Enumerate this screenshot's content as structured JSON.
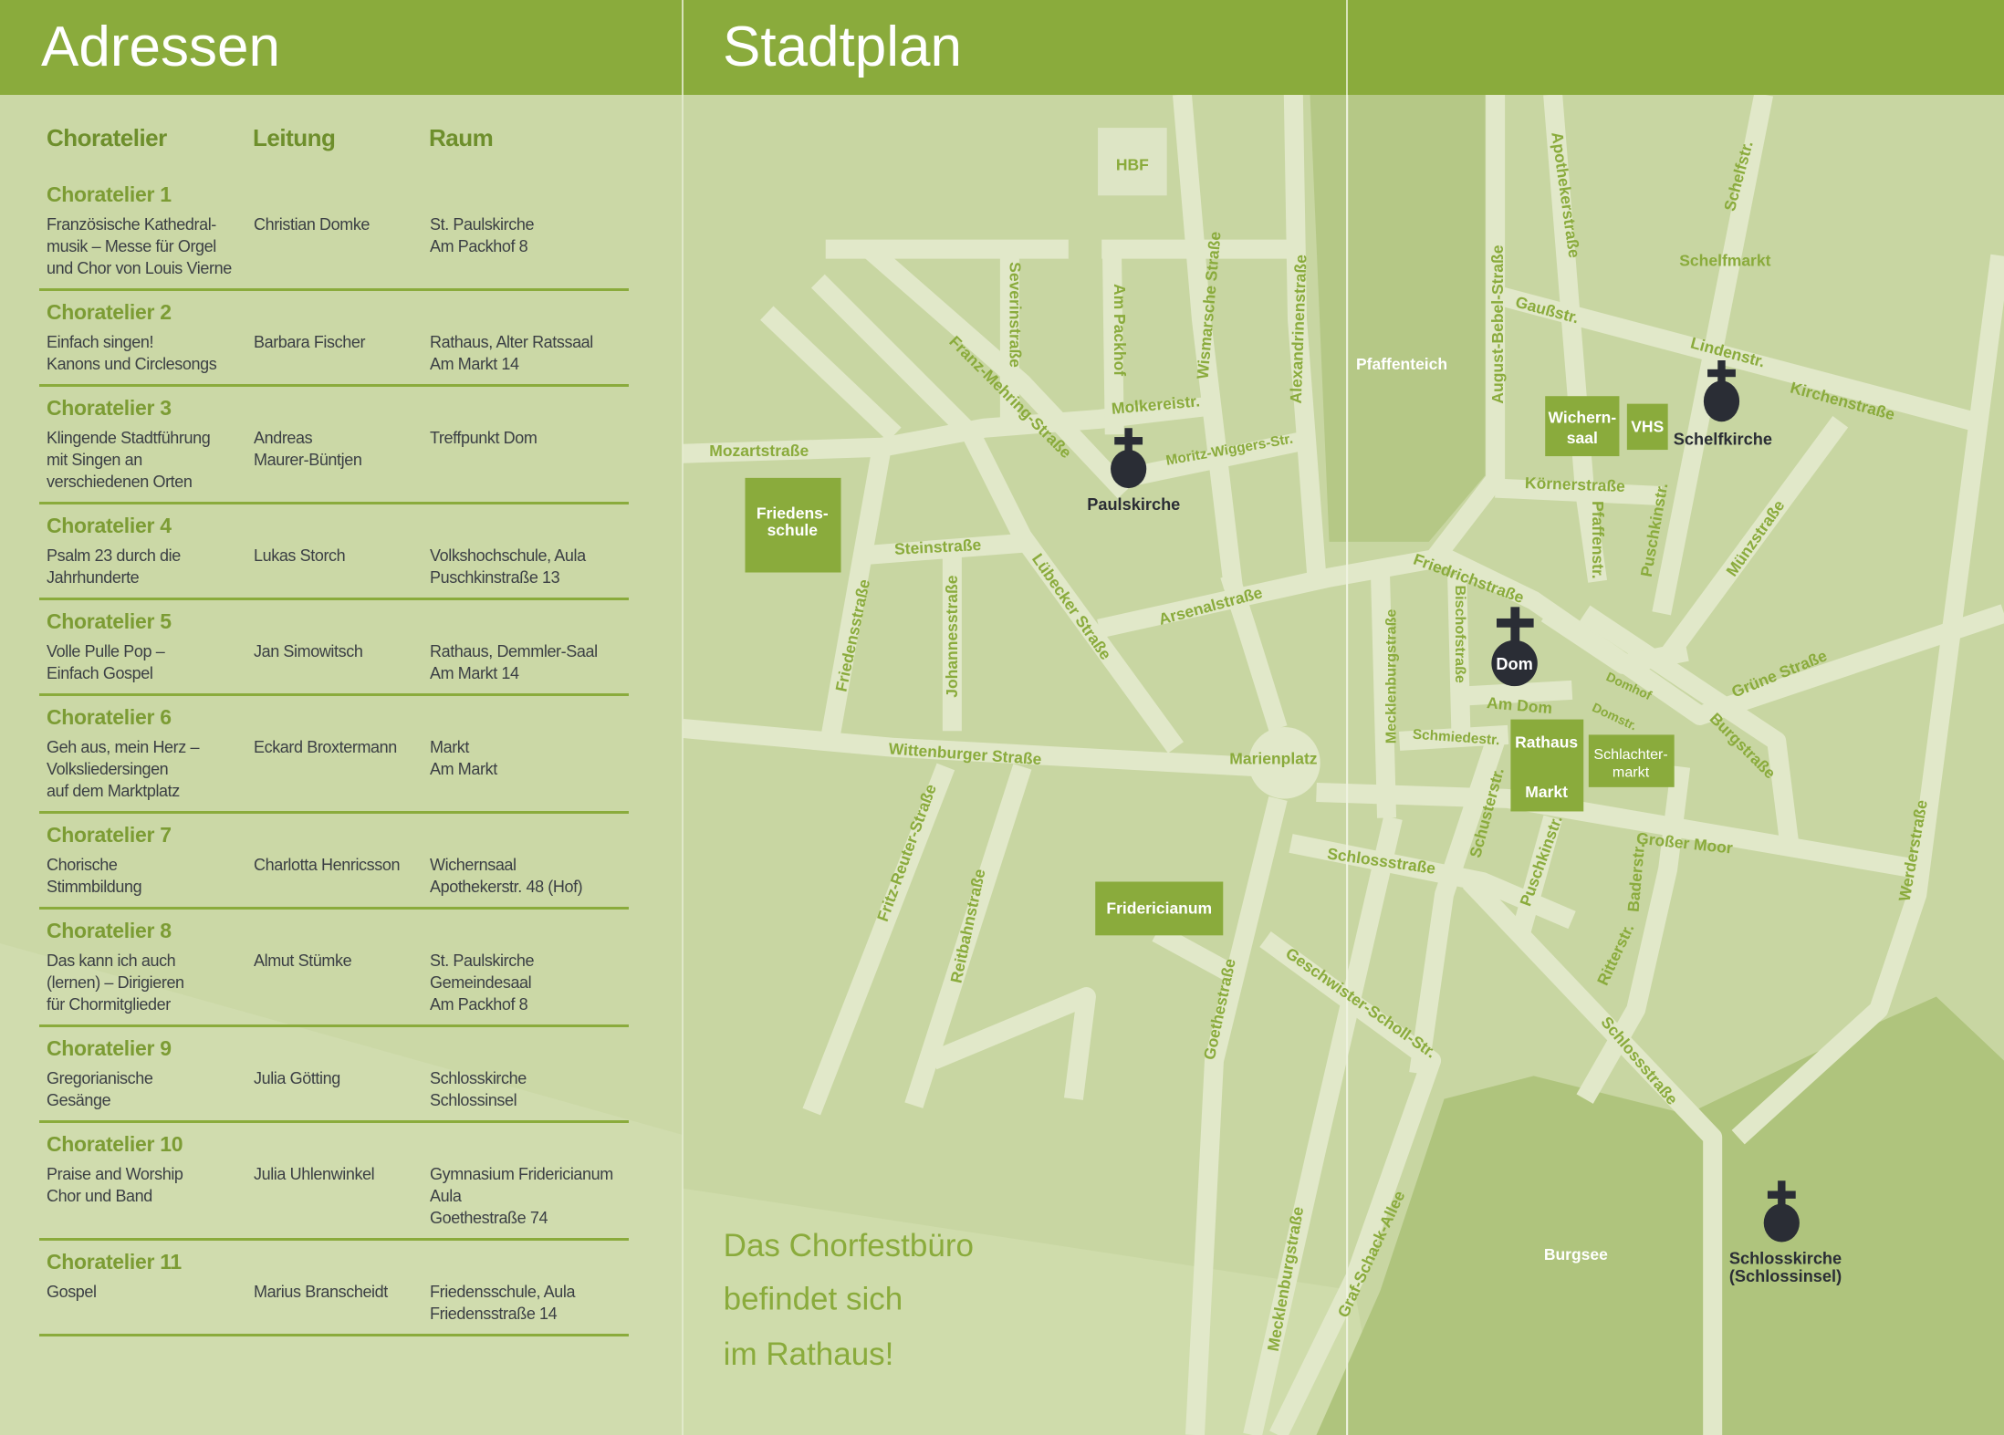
{
  "left": {
    "title": "Adressen",
    "columns": {
      "workshop": "Choratelier",
      "leader": "Leitung",
      "room": "Raum"
    },
    "rows": [
      {
        "title": "Choratelier 1",
        "desc": "Französische Kathedral-\nmusik – Messe für Orgel\nund Chor von Louis Vierne",
        "leader": "Christian Domke",
        "room": "St. Paulskirche\nAm Packhof 8"
      },
      {
        "title": "Choratelier 2",
        "desc": "Einfach singen!\nKanons und Circlesongs",
        "leader": "Barbara Fischer",
        "room": "Rathaus, Alter Ratssaal\nAm Markt 14"
      },
      {
        "title": "Choratelier 3",
        "desc": "Klingende Stadtführung\nmit Singen an\nverschiedenen Orten",
        "leader": "Andreas\nMaurer-Büntjen",
        "room": "Treffpunkt Dom"
      },
      {
        "title": "Choratelier 4",
        "desc": "Psalm 23 durch die\nJahrhunderte",
        "leader": "Lukas Storch",
        "room": "Volkshochschule, Aula\nPuschkinstraße 13"
      },
      {
        "title": "Choratelier 5",
        "desc": "Volle Pulle Pop –\nEinfach Gospel",
        "leader": "Jan Simowitsch",
        "room": "Rathaus, Demmler-Saal\nAm Markt 14"
      },
      {
        "title": "Choratelier 6",
        "desc": "Geh aus, mein Herz –\nVolksliedersingen\nauf dem Marktplatz",
        "leader": "Eckard Broxtermann",
        "room": "Markt\nAm Markt"
      },
      {
        "title": "Choratelier 7",
        "desc": "Chorische\nStimmbildung",
        "leader": "Charlotta Henricsson",
        "room": "Wichernsaal\nApothekerstr. 48 (Hof)"
      },
      {
        "title": "Choratelier 8",
        "desc": "Das kann ich auch\n(lernen) – Dirigieren\nfür Chormitglieder",
        "leader": "Almut Stümke",
        "room": "St. Paulskirche\nGemeindesaal\nAm Packhof 8"
      },
      {
        "title": "Choratelier 9",
        "desc": "Gregorianische\nGesänge",
        "leader": "Julia Götting",
        "room": "Schlosskirche\nSchlossinsel"
      },
      {
        "title": "Choratelier 10",
        "desc": "Praise and Worship\nChor und Band",
        "leader": "Julia Uhlenwinkel",
        "room": "Gymnasium Fridericianum\nAula\nGoethestraße 74"
      },
      {
        "title": "Choratelier 11",
        "desc": "Gospel",
        "leader": "Marius Branscheidt",
        "room": "Friedensschule,  Aula\nFriedensstraße 14"
      }
    ]
  },
  "map": {
    "title": "Stadtplan",
    "colors": {
      "accent": "#8aab3c",
      "road": "#e1e8c9",
      "water": "#b5c886",
      "church": "#2a2d35"
    },
    "note": [
      "Das Chorfestbüro",
      "befindet sich",
      "im Rathaus!"
    ],
    "areas": {
      "pfaffenteich": "Pfaffenteich",
      "burgsee": "Burgsee",
      "schelfmarkt": "Schelfmarkt",
      "marienplatz": "Marienplatz"
    },
    "buildings": {
      "hbf": "HBF",
      "friedensschule": [
        "Friedens-",
        "schule"
      ],
      "fridericianum": "Fridericianum",
      "wichernsaal": [
        "Wichern-",
        "saal"
      ],
      "vhs": "VHS",
      "rathaus": "Rathaus",
      "markt": "Markt",
      "schlachtermarkt": [
        "Schlachter-",
        "markt"
      ]
    },
    "churches": {
      "paulskirche": "Paulskirche",
      "schelfkirche": "Schelfkirche",
      "dom": "Dom",
      "schlosskirche": [
        "Schlosskirche",
        "(Schlossinsel)"
      ]
    },
    "streets": {
      "mozart": "Mozartstraße",
      "severin": "Severinstraße",
      "packhof": "Am Packhof",
      "wismarsche": "Wismarsche Straße",
      "alexandrinen": "Alexandrinenstraße",
      "franzmehring": "Franz-Mehring-Straße",
      "molkerei": "Molkereistr.",
      "moritz": "Moritz-Wiggers-Str.",
      "stein": "Steinstraße",
      "frieden": "Friedensstraße",
      "johannes": "Johannesstraße",
      "luebecker": "Lübecker Straße",
      "arsenal": "Arsenalstraße",
      "friedrich": "Friedrichstraße",
      "wittenburger": "Wittenburger Straße",
      "fritzreuter": "Fritz-Reuter-Straße",
      "reitbahn": "Reitbahnstraße",
      "goethe": "Goethestraße",
      "schloss1": "Schlossstraße",
      "geschwister": "Geschwister-Scholl-Str.",
      "meckl1": "Mecklenburgstraße",
      "bischof": "Bischofstraße",
      "amdom": "Am Dom",
      "schmiede": "Schmiedestr.",
      "domhof": "Domhof",
      "domstr": "Domstr.",
      "schuster": "Schusterstr.",
      "puschkin1": "Puschkinstr.",
      "bader": "Baderstr.",
      "ritter": "Ritterstr.",
      "grossermoor": "Großer  Moor",
      "burg": "Burgstraße",
      "gruene": "Grüne Straße",
      "muenz": "Münzstraße",
      "werder": "Werderstraße",
      "schloss2": "Schlossstraße",
      "meckl2": "Mecklenburgstraße",
      "grafschack": "Graf-Schack-Allee",
      "bebel": "August-Bebel-Straße",
      "apotheker": "Apothekerstraße",
      "schelf": "Schelfstr.",
      "gauss": "Gaußstr.",
      "linden": "Lindenstr.",
      "kirchen": "Kirchenstraße",
      "koerner": "Körnerstraße",
      "pfaffen": "Pfaffenstr.",
      "puschkin2": "Puschkinstr."
    }
  }
}
